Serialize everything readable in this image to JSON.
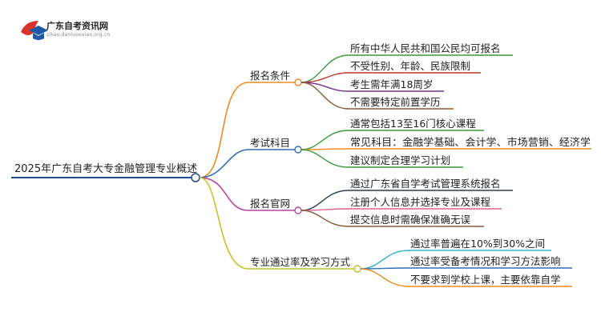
{
  "logo": {
    "title": "广东自考资讯网",
    "subtitle": "zikao.danluoexiao.org.cn"
  },
  "root": {
    "label": "2025年广东自考大专金融管理专业概述"
  },
  "branches": [
    {
      "label": "报名条件",
      "color": "#f08a24",
      "leaves": [
        {
          "label": "所有中华人民共和国公民均可报名",
          "color": "#3a9a3a"
        },
        {
          "label": "不受性别、年龄、民族限制",
          "color": "#c0392b"
        },
        {
          "label": "考生需年满18周岁",
          "color": "#7b2d8e"
        },
        {
          "label": "不需要特定前置学历",
          "color": "#8a5a3a"
        }
      ]
    },
    {
      "label": "考试科目",
      "color": "#2e6fb7",
      "leaves": [
        {
          "label": "通常包括13至16门核心课程",
          "color": "#3a9a3a"
        },
        {
          "label": "常见科目：金融学基础、会计学、市场营销、经济学",
          "color": "#f08a24"
        },
        {
          "label": "建议制定合理学习计划",
          "color": "#3a9a3a"
        }
      ]
    },
    {
      "label": "报名官网",
      "color": "#b5479b",
      "leaves": [
        {
          "label": "通过广东省自学考试管理系统报名",
          "color": "#2c3e50"
        },
        {
          "label": "注册个人信息并选择专业及课程",
          "color": "#e06090"
        },
        {
          "label": "提交信息时需确保准确无误",
          "color": "#8a5a3a"
        }
      ]
    },
    {
      "label": "专业通过率及学习方式",
      "color": "#c9c22a",
      "leaves": [
        {
          "label": "通过率普遍在10%到30%之间",
          "color": "#2bb5c9"
        },
        {
          "label": "通过率受备考情况和学习方法影响",
          "color": "#2e6fb7"
        },
        {
          "label": "不要求到学校上课，主要依靠自学",
          "color": "#f08a24"
        }
      ]
    }
  ]
}
